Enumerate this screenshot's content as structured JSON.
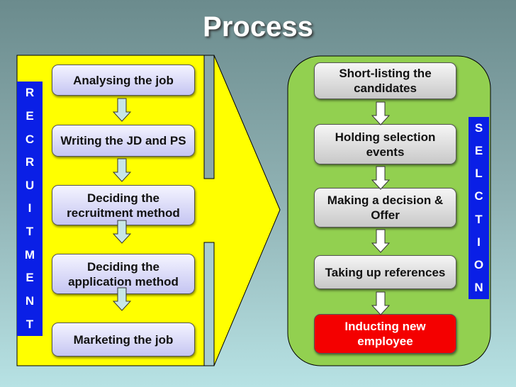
{
  "title": "Process",
  "recruitment": {
    "label_letters": [
      "R",
      "E",
      "C",
      "R",
      "U",
      "I",
      "T",
      "M",
      "E",
      "N",
      "T"
    ],
    "steps": [
      "Analysing the job",
      "Writing the JD and PS",
      "Deciding the recruitment method",
      "Deciding the application method",
      "Marketing the job"
    ]
  },
  "selection": {
    "label_letters": [
      "S",
      "E",
      "L",
      "C",
      "T",
      "I",
      "O",
      "N"
    ],
    "steps": [
      "Short-listing the candidates",
      "Holding selection events",
      "Making a decision & Offer",
      "Taking up references",
      "Inducting new employee"
    ]
  },
  "colors": {
    "recruitment_bg": "#ffff00",
    "selection_bg": "#92d050",
    "label_bar": "#0a1fe6",
    "final_step": "#f40000"
  }
}
